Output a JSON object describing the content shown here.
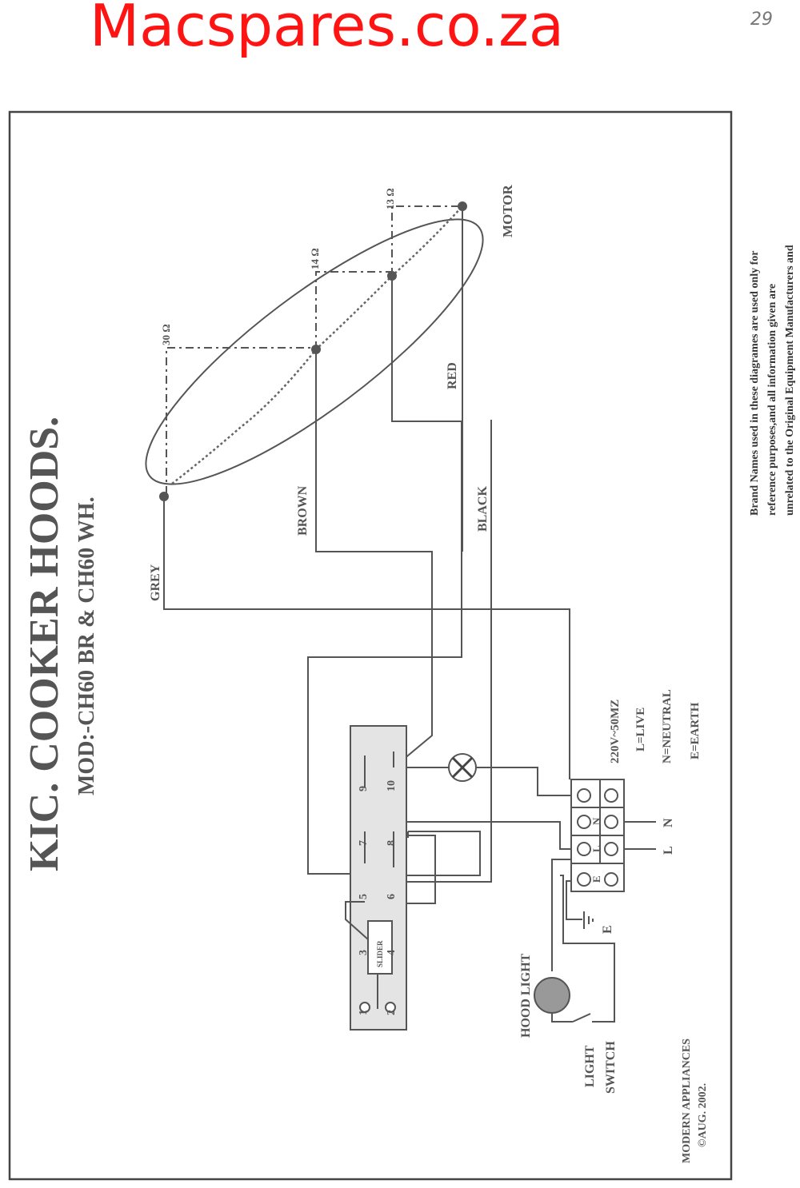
{
  "brand": "Macspares.co.za",
  "page_number": "29",
  "title": "KIC.  COOKER HOODS.",
  "model": "MOD:-CH60 BR & CH60 WH.",
  "motor": {
    "label": "MOTOR",
    "taps": [
      "30 Ω",
      "14 Ω",
      "13 Ω"
    ]
  },
  "wires": {
    "grey": "GREY",
    "brown": "BROWN",
    "black": "BLACK",
    "red": "RED"
  },
  "supply": {
    "voltage": "220V~50MZ",
    "live": "L=LIVE",
    "neutral": "N=NEUTRAL",
    "earth": "E=EARTH"
  },
  "terminal_letters": {
    "L": "L",
    "N": "N",
    "E": "E"
  },
  "switch_terminals": [
    "1",
    "2",
    "3",
    "4",
    "5",
    "6",
    "7",
    "8",
    "9",
    "10"
  ],
  "slider": "SLIDER",
  "hood_light": "HOOD LIGHT",
  "light_switch": [
    "LIGHT",
    "SWITCH"
  ],
  "credit": [
    "MODERN APPLIANCES",
    "©AUG. 2002."
  ],
  "disclaimer": [
    "Brand Names used in these diagrames are used only for",
    "reference purposes,and all information given are",
    "unrelated to the Original Equipment Manufacturers and"
  ]
}
